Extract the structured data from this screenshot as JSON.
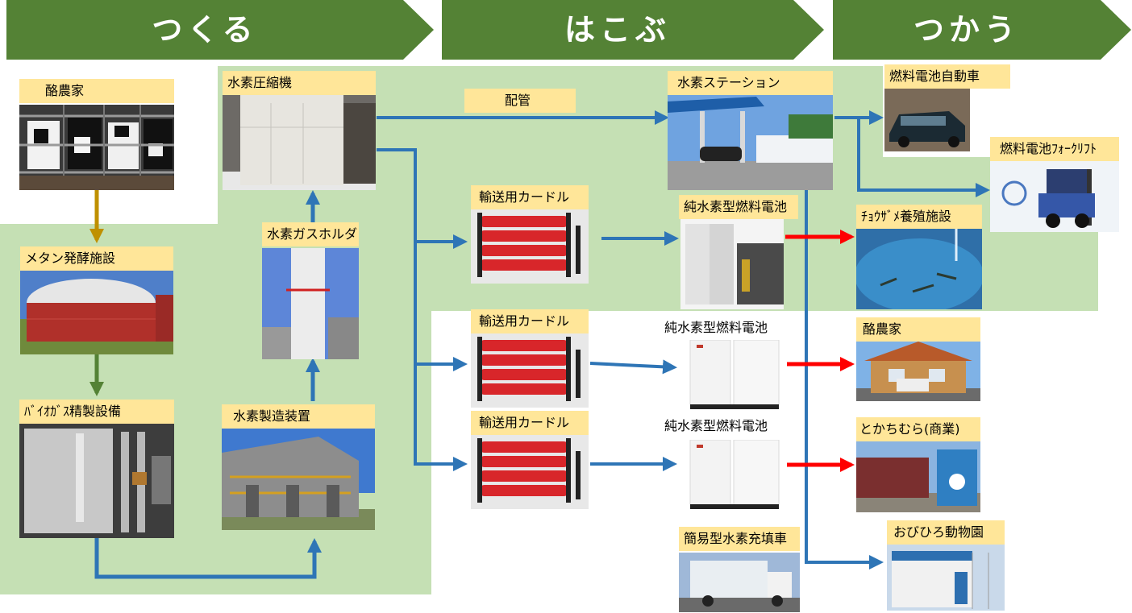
{
  "phases": [
    {
      "label": "つくる",
      "color": "#548235"
    },
    {
      "label": "はこぶ",
      "color": "#548235"
    },
    {
      "label": "つかう",
      "color": "#548235"
    }
  ],
  "nodes": {
    "dairy_farm_source": "酪農家",
    "methane_fermentation": "メタン発酵施設",
    "biogas_refining": "ﾊﾞｲｵｶﾞｽ精製設備",
    "hydrogen_production": "水素製造装置",
    "gas_holder": "水素ガスホルダ",
    "compressor": "水素圧縮機",
    "piping": "配管",
    "hydrogen_station": "水素ステーション",
    "curdle_1": "輸送用カードル",
    "curdle_2": "輸送用カードル",
    "curdle_3": "輸送用カードル",
    "fuel_cell_1": "純水素型燃料電池",
    "fuel_cell_2": "純水素型燃料電池",
    "fuel_cell_3": "純水素型燃料電池",
    "simple_filling_truck": "簡易型水素充填車",
    "fcv": "燃料電池自動車",
    "forklift": "燃料電池ﾌｫｰｸﾘﾌﾄ",
    "sturgeon_farm": "ﾁｮｳｻﾞﾒ養殖施設",
    "dairy_farm_use": "酪農家",
    "tokachimura": "とかちむら(商業)",
    "obihiro_zoo": "おびひろ動物園"
  },
  "icons": {
    "cows": "cows-photo",
    "digester": "digester-photo",
    "refiner": "refining-equipment-photo",
    "plant": "hydrogen-plant-photo",
    "tank": "gas-holder-tank-photo",
    "compressor": "compressor-container-photo",
    "station": "hydrogen-station-photo",
    "cylinders": "cylinder-bundle-photo",
    "fuelcell": "fuel-cell-unit-photo",
    "truck": "filling-truck-photo",
    "car": "fuel-cell-car-photo",
    "forklift": "forklift-photo",
    "pool": "sturgeon-pool-photo",
    "house": "farm-house-photo",
    "market": "market-photo",
    "zoo": "zoo-booth-photo"
  },
  "colors": {
    "banner": "#548235",
    "zone": "#c5e0b4",
    "label_bg": "#ffe699",
    "flow_blue": "#2e75b6",
    "flow_red": "#ff0000",
    "flow_gold": "#bf9000",
    "flow_green": "#548235"
  }
}
